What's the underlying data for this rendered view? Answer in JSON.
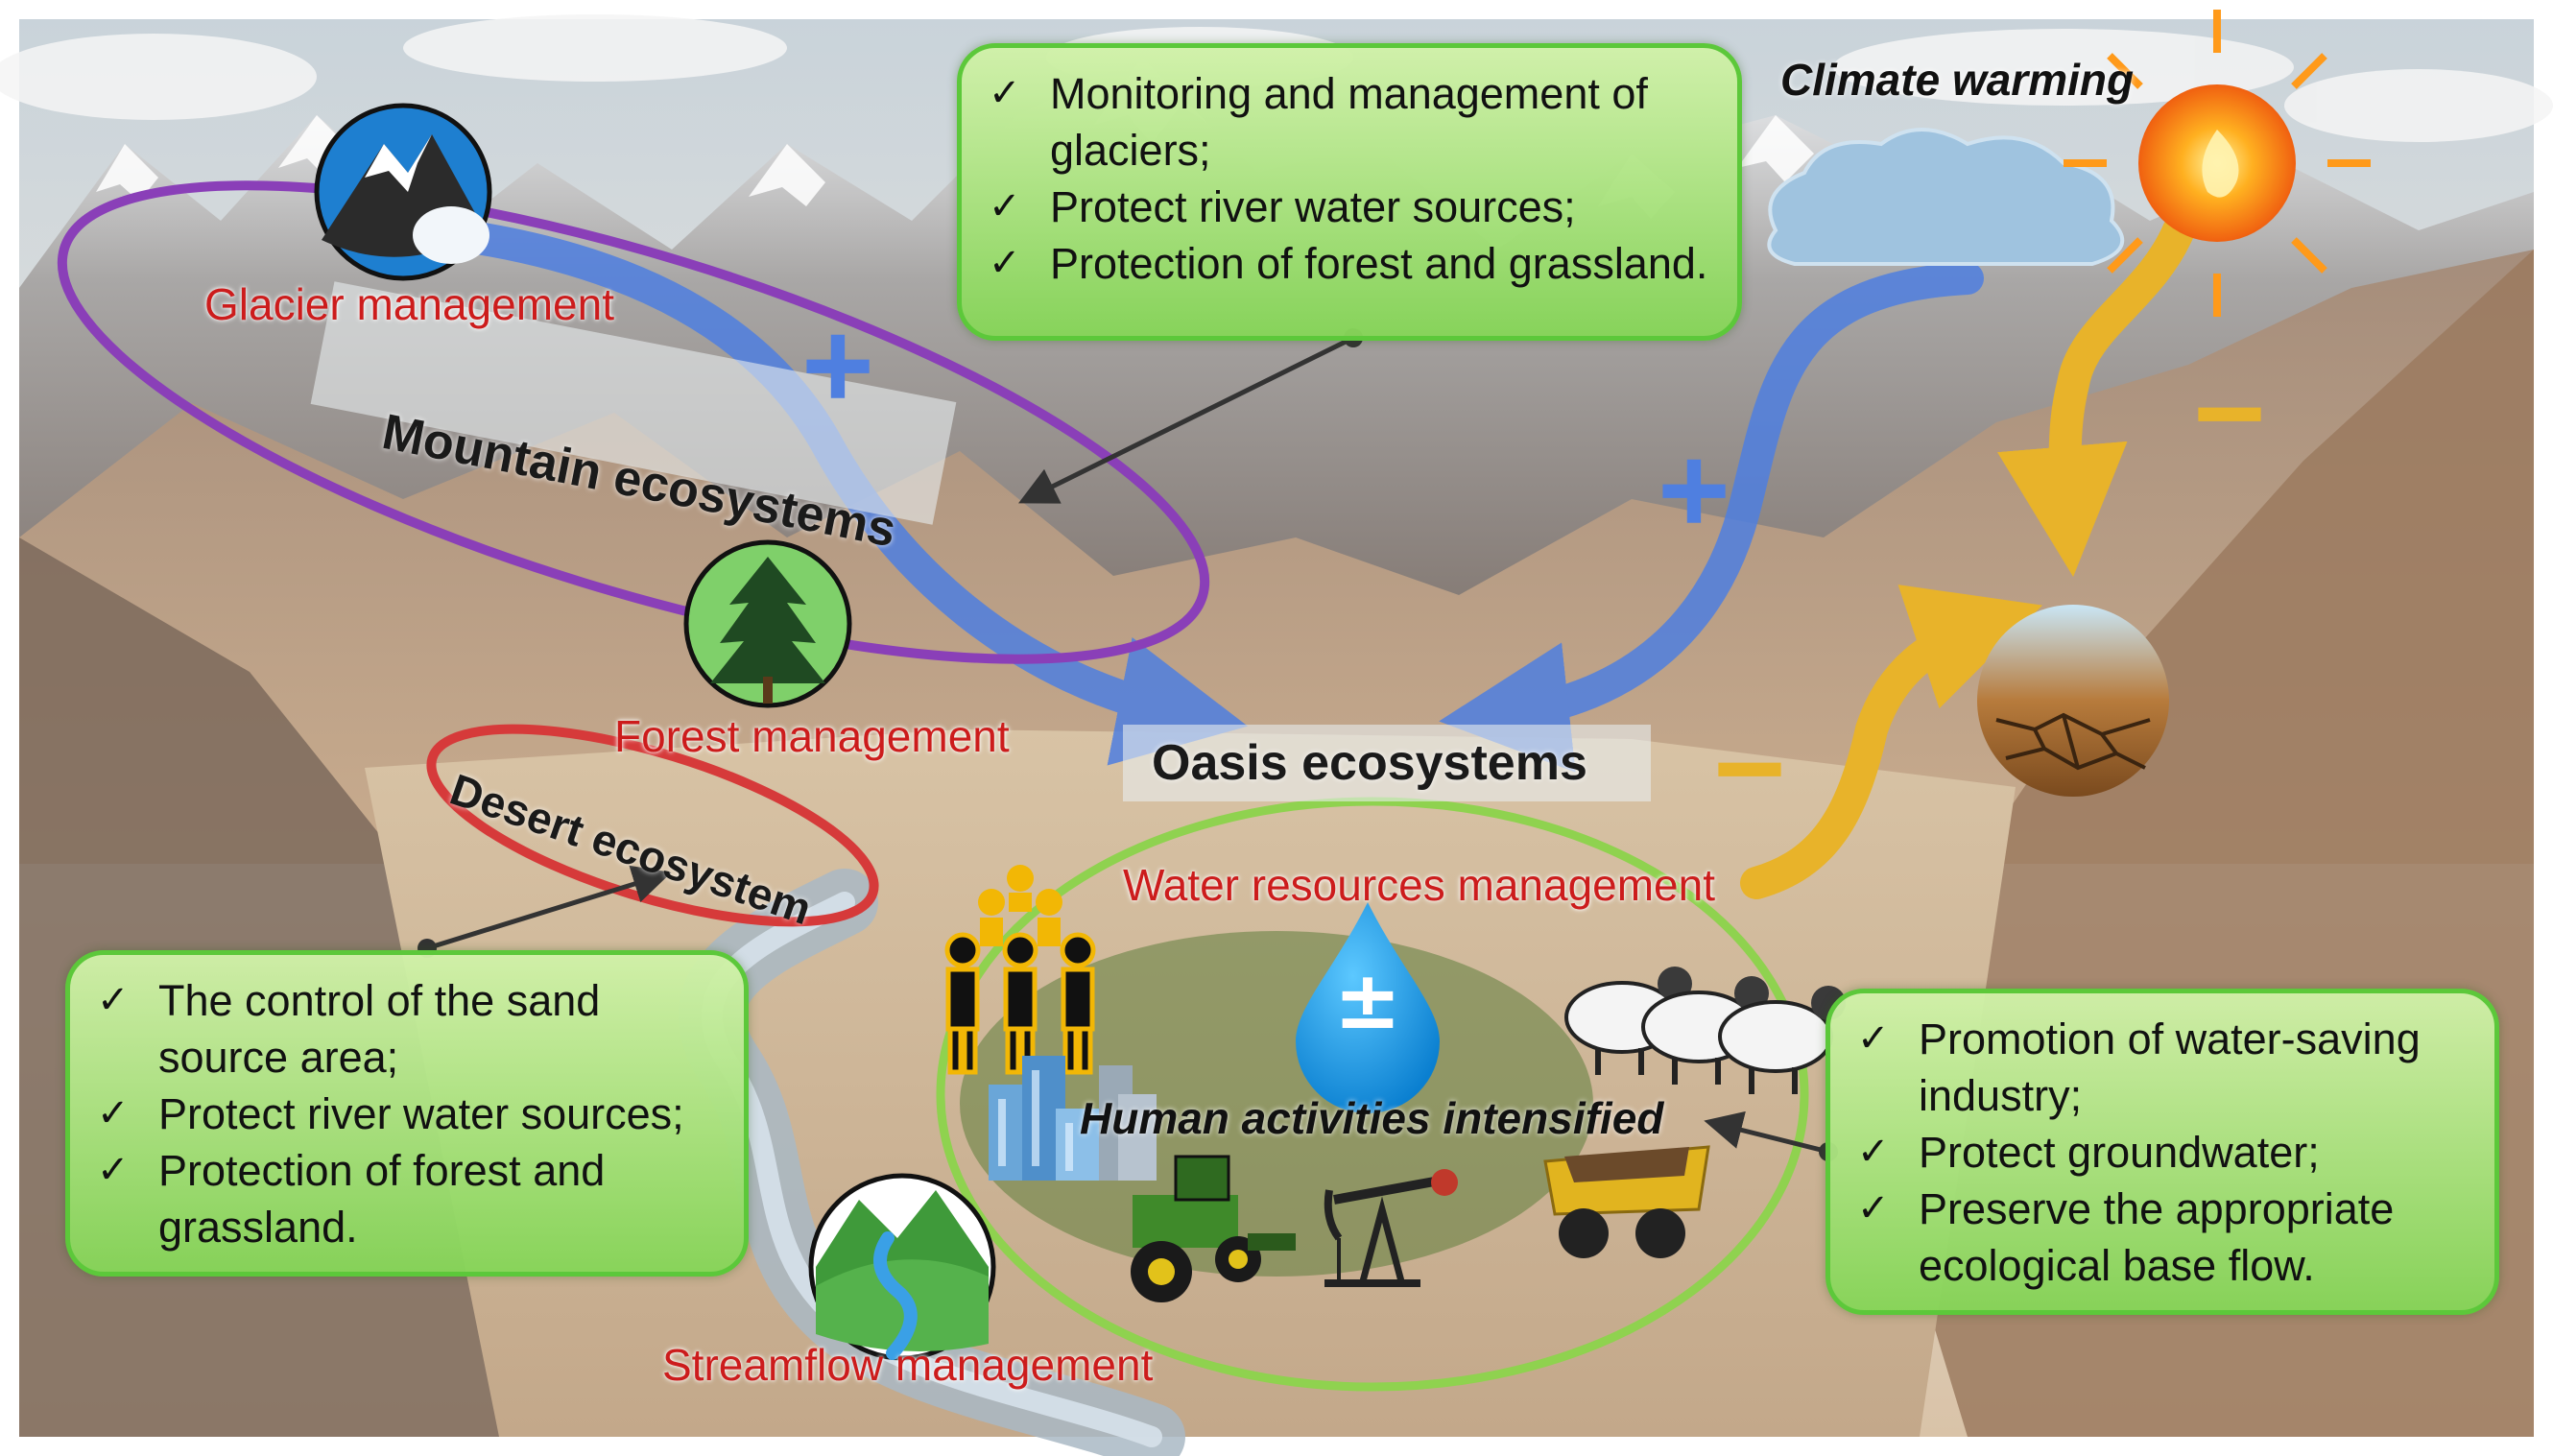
{
  "labels": {
    "climate_warming": "Climate warming",
    "glacier_management": "Glacier management",
    "mountain_ecosystems": "Mountain ecosystems",
    "forest_management": "Forest management",
    "oasis_ecosystems": "Oasis ecosystems",
    "desert_ecosystem": "Desert ecosystem",
    "water_resources_management": "Water resources management",
    "human_activities": "Human activities intensified",
    "streamflow_management": "Streamflow management"
  },
  "signs": {
    "plus": "+",
    "minus": "−",
    "plus_minus": "±"
  },
  "boxes": {
    "top": {
      "items": [
        "Monitoring and management of glaciers;",
        "Protect river water sources;",
        "Protection of forest and grassland."
      ]
    },
    "left": {
      "items": [
        "The control of the sand source area;",
        "Protect river water sources;",
        "Protection of forest and grassland."
      ]
    },
    "right": {
      "items": [
        "Promotion of water-saving industry;",
        "Protect groundwater;",
        "Preserve the appropriate ecological base flow."
      ]
    }
  },
  "colors": {
    "box_border": "#5cc83a",
    "box_fill": "#9edc6e",
    "blue_arrow": "#4f7fe0",
    "yellow_arrow": "#e8b32a",
    "mountain_ellipse": "#8a3fb8",
    "desert_ellipse": "#d63a3a",
    "oasis_ellipse": "#8fd24f",
    "label_red": "#cc1c1c"
  },
  "icons": [
    "glacier-icon",
    "tree-icon",
    "river-icon",
    "water-drop-icon",
    "people-icon",
    "city-icon",
    "tractor-icon",
    "oil-pump-icon",
    "sheep-icon",
    "mining-truck-icon",
    "cloud-icon",
    "sun-icon",
    "dry-land-icon"
  ]
}
